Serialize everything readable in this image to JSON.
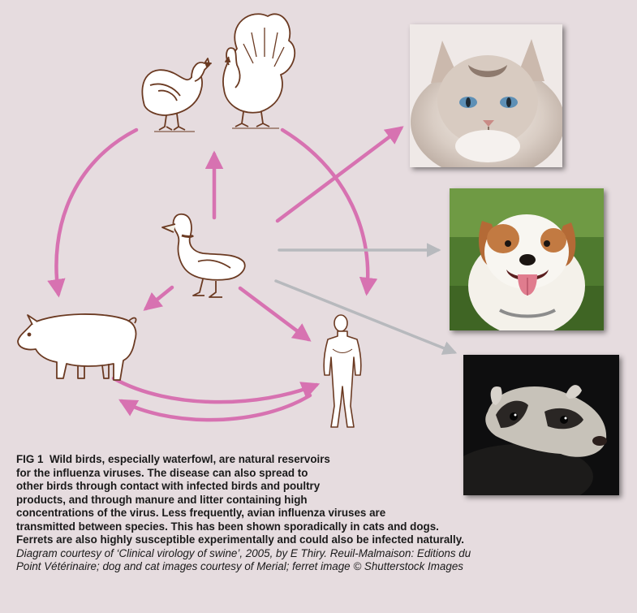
{
  "caption": {
    "figure_label": "FIG 1",
    "lines": [
      "Wild birds, especially waterfowl, are natural reservoirs",
      "for the influenza viruses. The disease can also spread to",
      "other birds through contact with infected birds and poultry",
      "products, and through manure and litter containing high",
      "concentrations of the virus. Less frequently, avian influenza viruses are",
      "transmitted between species. This has been shown sporadically in cats and dogs.",
      "Ferrets are also highly susceptible experimentally and could also be infected naturally."
    ],
    "credit_lines": [
      "Diagram courtesy of ‘Clinical virology of swine’, 2005, by E Thiry. Reuil-Malmaison: Editions du",
      "Point Vétérinaire; dog and cat images courtesy of Merial; ferret image © Shutterstock Images"
    ]
  },
  "colors": {
    "background": "#e6dcdf",
    "pink_arrow": "#d772b1",
    "grey_arrow": "#b7b9bd",
    "line_art": "#6b3a22"
  },
  "icons": [
    "chicken-icon",
    "turkey-icon",
    "duck-icon",
    "pig-icon",
    "human-icon",
    "cat-photo",
    "dog-photo",
    "ferret-photo"
  ]
}
